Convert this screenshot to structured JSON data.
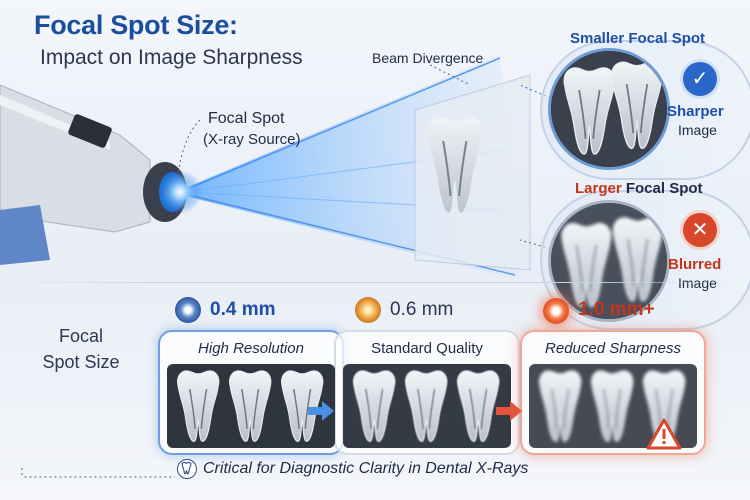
{
  "header": {
    "title": "Focal Spot Size:",
    "subtitle": "Impact on Image Sharpness"
  },
  "diagram": {
    "beam_label": "Beam Divergence",
    "focal_spot_label": "Focal Spot",
    "focal_spot_sublabel": "(X-ray Source)"
  },
  "comparison": {
    "small": {
      "heading": "Smaller Focal Spot",
      "result_line1": "Sharper",
      "result_line2": "Image",
      "badge_icon": "check-icon",
      "color": "#2a67c8"
    },
    "large": {
      "heading_accent": "Larger",
      "heading_rest": " Focal Spot",
      "result_line1": "Blurred",
      "result_line2": "Image",
      "badge_icon": "x-icon",
      "color": "#d9472b"
    }
  },
  "sizes": {
    "row_label_line1": "Focal",
    "row_label_line2": "Spot Size",
    "items": [
      {
        "value": "0.4 mm",
        "quality": "High Resolution",
        "color": "#1f4fa8"
      },
      {
        "value": "0.6 mm",
        "quality": "Standard Quality",
        "color": "#2c3650"
      },
      {
        "value": "1.0 mm+",
        "quality": "Reduced Sharpness",
        "color": "#c4361c"
      }
    ]
  },
  "footer": {
    "text": "Critical for Diagnostic Clarity in Dental X-Rays"
  }
}
